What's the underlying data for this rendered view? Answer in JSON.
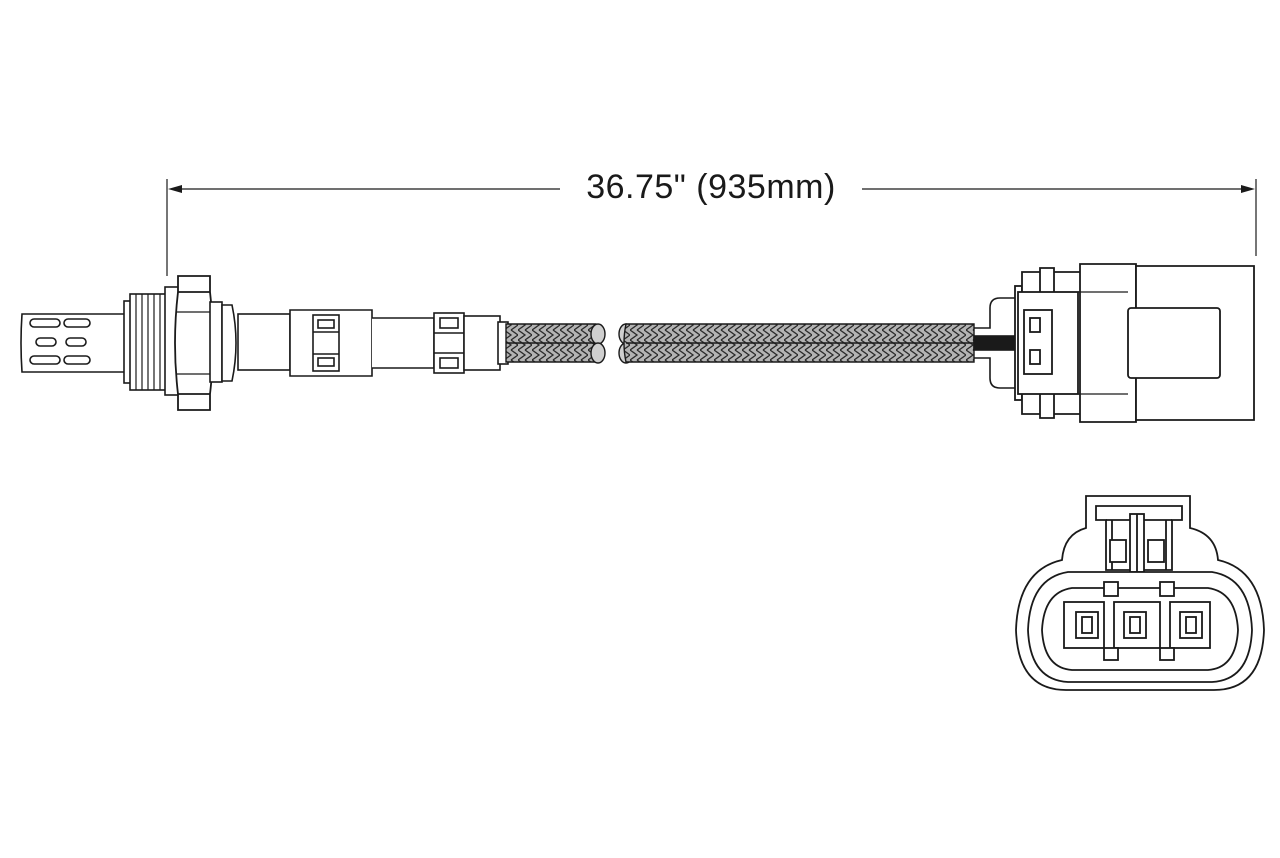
{
  "dimension": {
    "label": "36.75\" (935mm)"
  },
  "colors": {
    "stroke": "#1a1a1a",
    "braid_fill": "#b3b3b3",
    "braid_weave": "#2b2b2b",
    "background": "#ffffff"
  },
  "icons": {
    "sensor": "oxygen-sensor-drawing",
    "connector_end": "three-pin-connector-face"
  }
}
